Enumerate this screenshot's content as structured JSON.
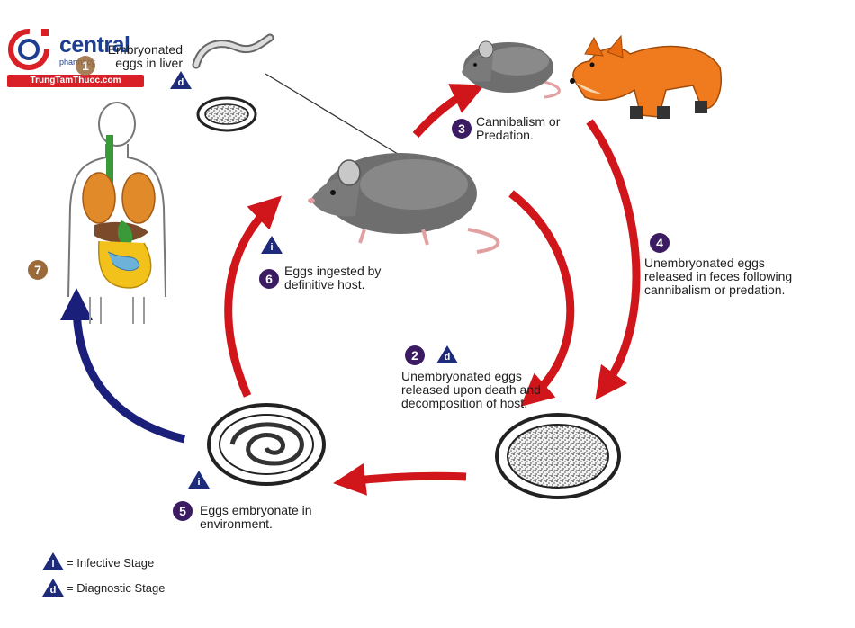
{
  "labels": {
    "step1": "Embryonated eggs in liver",
    "step2": "Unembryonated eggs released upon death and decomposition of host.",
    "step3": "Cannibalism or Predation.",
    "step4": "Unembryonated eggs released in feces following cannibalism or predation.",
    "step5": "Eggs embryonate in environment.",
    "step6": "Eggs ingested by definitive host."
  },
  "step_numbers": [
    "1",
    "2",
    "3",
    "4",
    "5",
    "6",
    "7"
  ],
  "stage_marks": {
    "infective": "i",
    "diagnostic": "d"
  },
  "legend": {
    "infective": "= Infective Stage",
    "diagnostic": "= Diagnostic Stage"
  },
  "watermark": {
    "brand": "central",
    "sub": "pharmacy",
    "url": "TrungTamThuoc.com"
  },
  "icons": [
    "rat-illustration",
    "fox-illustration",
    "human-anatomy-illustration",
    "worm-illustration",
    "egg-illustration"
  ],
  "colors": {
    "arrow_red": "#d0151b",
    "arrow_blue": "#1a1f7a",
    "marker_purple": "#3b1c63",
    "marker_brown": "#9a6a3a",
    "brand_blue": "#1e3f8f",
    "brand_red": "#d92027"
  }
}
